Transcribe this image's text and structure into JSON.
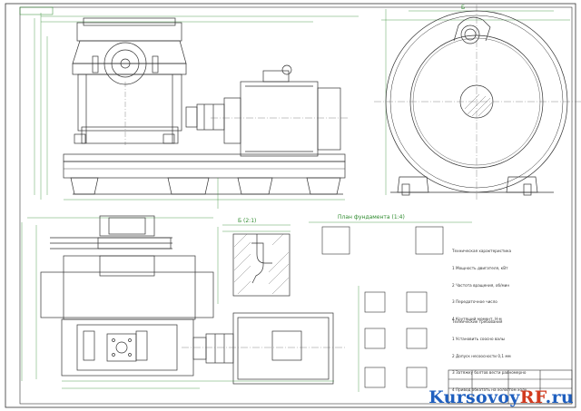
{
  "drawing": {
    "view_label": "План фундамента (1:4)",
    "section_label": "Б (2:1)",
    "top_label": "Б",
    "spec_title": "Техническая характеристика",
    "spec_lines": [
      "1 Мощность двигателя, кВт",
      "2 Частота вращения, об/мин",
      "3 Передаточное число",
      "4 Крутящий момент, Н·м"
    ],
    "req_title": "Технические требования",
    "req_lines": [
      "1 Установить соосно валы",
      "2 Допуск несоосности 0,1 мм",
      "3 Затяжку болтов вести равномерно",
      "4 Привод обкатать на холостом ходу"
    ],
    "watermark": {
      "part1": "Kursovoy",
      "part2": "RF",
      "part3": ".ru"
    }
  },
  "colors": {
    "line": "#333333",
    "dim": "#2e8b2e",
    "center": "#6a6a6a",
    "hatch": "#555555",
    "brand_blue": "#1f5fbf",
    "brand_red": "#d23a1e"
  }
}
